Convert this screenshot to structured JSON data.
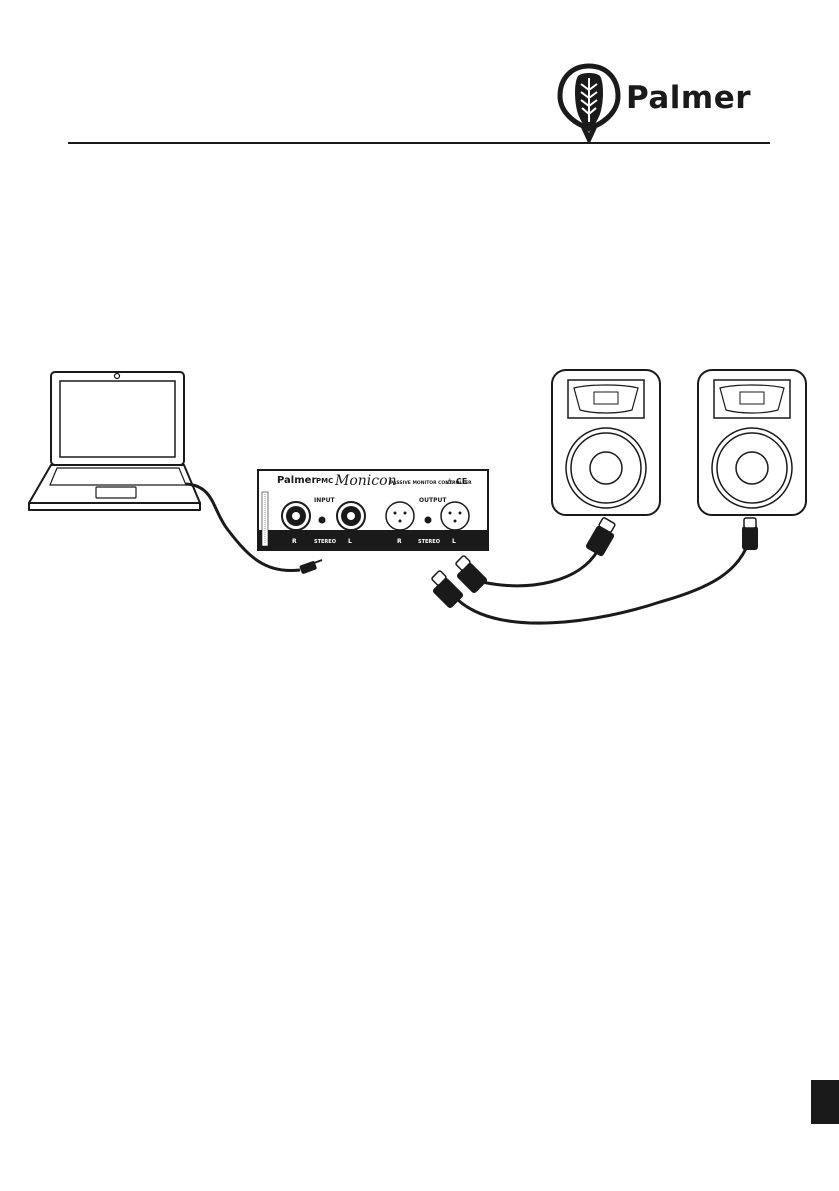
{
  "header": {
    "brand": "Palmer",
    "logo_icon": "palmer-crest-icon"
  },
  "diagram": {
    "laptop_icon": "laptop-icon",
    "speaker_icon": "studio-monitor-icon",
    "device_panel": {
      "brand": "Palmer",
      "model": "PMC",
      "product_name": "Monicon",
      "subtitle": "PASSIVE MONITOR CONTROLLER",
      "input_label": "INPUT",
      "output_label": "OUTPUT",
      "jack_labels": [
        "R",
        "STEREO",
        "L",
        "R",
        "STEREO",
        "L"
      ]
    }
  },
  "footer": {
    "page_tab_color": "#1a1a1a"
  }
}
